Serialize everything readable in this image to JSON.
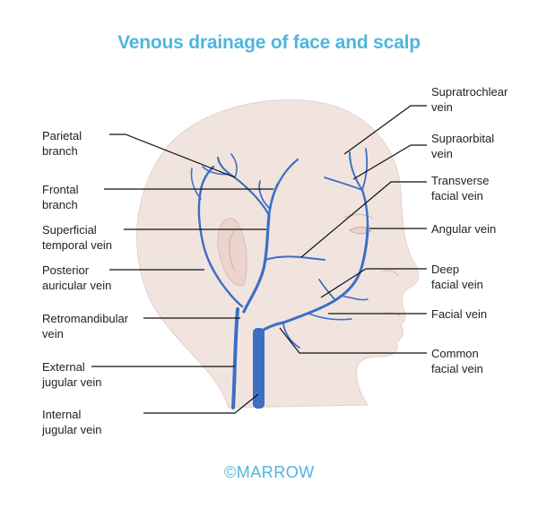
{
  "title": "Venous drainage of face and scalp",
  "labels": {
    "parietal_branch": [
      "Parietal",
      "branch"
    ],
    "frontal_branch": [
      "Frontal",
      "branch"
    ],
    "superficial_temporal_vein": [
      "Superficial",
      "temporal vein"
    ],
    "posterior_auricular_vein": [
      "Posterior",
      "auricular vein"
    ],
    "retromandibular_vein": [
      "Retromandibular",
      "vein"
    ],
    "external_jugular_vein": [
      "External",
      "jugular vein"
    ],
    "internal_jugular_vein": [
      "Internal",
      "jugular vein"
    ],
    "supratrochlear_vein": [
      "Supratrochlear",
      "vein"
    ],
    "supraorbital_vein": [
      "Supraorbital",
      "vein"
    ],
    "transverse_facial_vein": [
      "Transverse",
      "facial vein"
    ],
    "angular_vein": [
      "Angular vein"
    ],
    "deep_facial_vein": [
      "Deep",
      "facial vein"
    ],
    "facial_vein": [
      "Facial vein"
    ],
    "common_facial_vein": [
      "Common",
      "facial vein"
    ]
  },
  "watermark": "©MARROW",
  "colors": {
    "title": "#4fb6dd",
    "vein": "#3c6fc4",
    "skin": "#f1e4df",
    "leader": "#111111"
  }
}
